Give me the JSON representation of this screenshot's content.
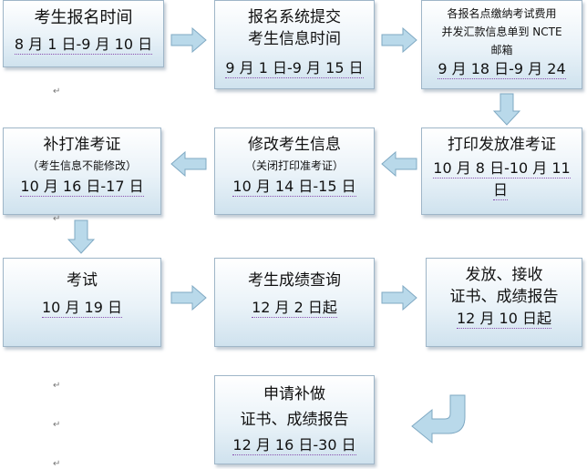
{
  "boxes": {
    "register_time": {
      "title": "考生报名时间",
      "date": "8 月 1 日-9 月 10 日"
    },
    "submit_info": {
      "title1": "报名系统提交",
      "title2": "考生信息时间",
      "date": "9 月 1 日-9 月 15 日"
    },
    "fee_remit": {
      "line1": "各报名点缴纳考试费用",
      "line2": "并发汇款信息单到 NCTE",
      "line3": "邮箱",
      "date": "9 月 18 日-9 月 24"
    },
    "print_ticket": {
      "title": "打印发放准考证",
      "date1": "10 月 8 日-10 月 11",
      "date2": "日"
    },
    "modify_info": {
      "title": "修改考生信息",
      "note": "（关闭打印准考证）",
      "date": "10 月 14 日-15 日"
    },
    "reprint_ticket": {
      "title": "补打准考证",
      "note": "（考生信息不能修改）",
      "date": "10 月 16 日-17 日"
    },
    "exam": {
      "title": "考试",
      "date": "10 月 19 日"
    },
    "score_query": {
      "title": "考生成绩查询",
      "date": "12 月 2 日起"
    },
    "issue_cert": {
      "title1": "发放、接收",
      "title2": "证书、成绩报告",
      "date": "12 月 10 日起"
    },
    "apply_reissue": {
      "title1": "申请补做",
      "title2": "证书、成绩报告",
      "date": "12 月 16 日-30 日"
    }
  },
  "paragraph_mark": "↵",
  "colors": {
    "arrow_fill": "#b9d9ea",
    "arrow_stroke": "#7fa9c3",
    "box_border": "#9fb6c8"
  }
}
